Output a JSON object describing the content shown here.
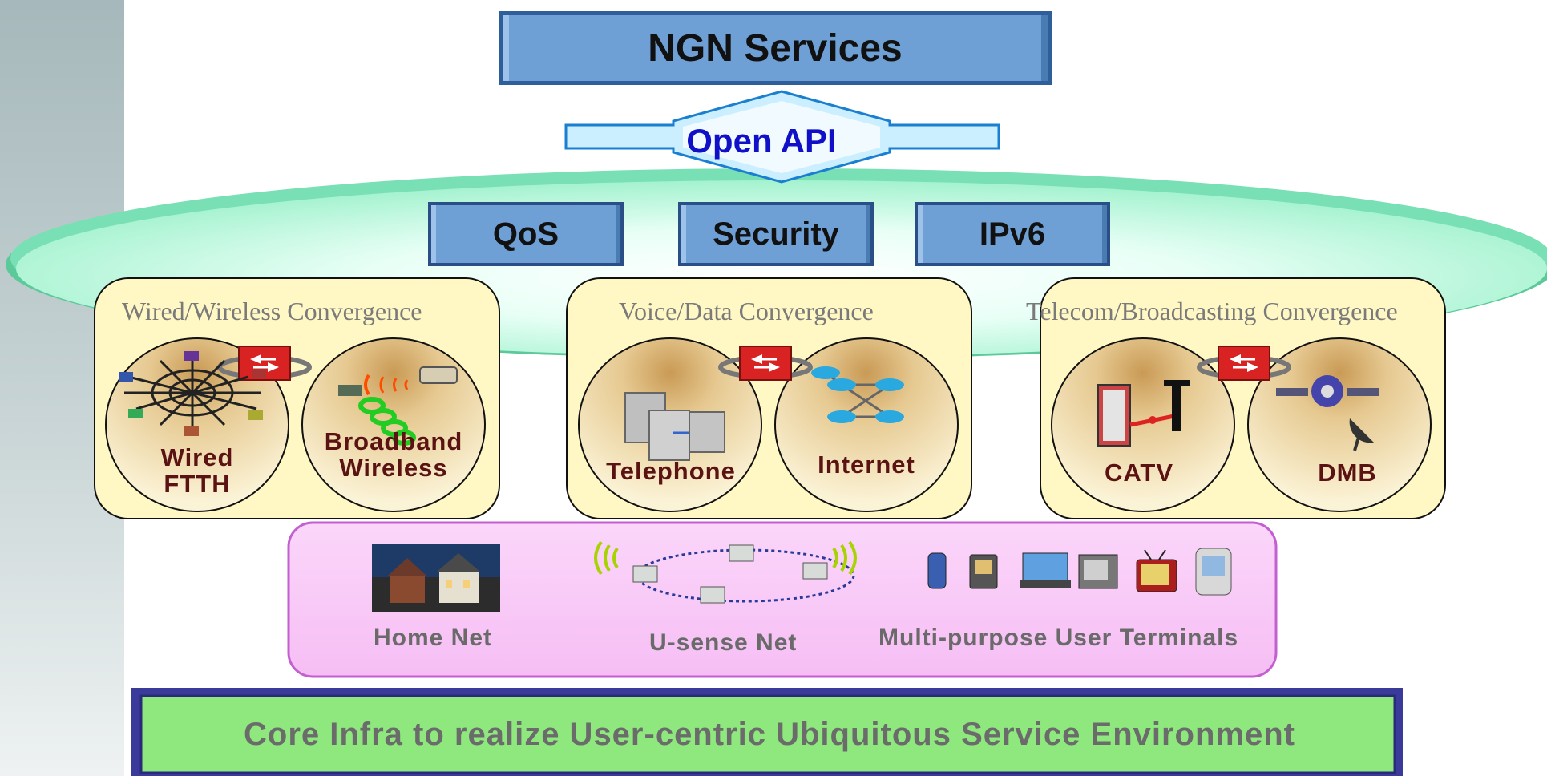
{
  "top": {
    "ngn_services": "NGN Services",
    "open_api": "Open API"
  },
  "capabilities": [
    "QoS",
    "Security",
    "IPv6"
  ],
  "convergence": [
    {
      "title": "Wired/Wireless Convergence",
      "left": [
        "Wired",
        "FTTH"
      ],
      "right": [
        "Broadband",
        "Wireless"
      ]
    },
    {
      "title": "Voice/Data Convergence",
      "left": [
        "Telephone"
      ],
      "right": [
        "Internet"
      ]
    },
    {
      "title": "Telecom/Broadcasting Convergence",
      "left": [
        "CATV"
      ],
      "right": [
        "DMB"
      ]
    }
  ],
  "access_networks": {
    "home_net": "Home Net",
    "u_sense_net": "U-sense Net",
    "user_terminals": "Multi-purpose User Terminals"
  },
  "bottom_banner": "Core Infra to realize User-centric Ubiquitous Service Environment",
  "colors": {
    "box_blue": "#6ea0d6",
    "panel_yellow": "#fff8c4",
    "ellipse_green": "#7de8b8",
    "access_pink": "#f9c8f7",
    "banner_green": "#8ee87e",
    "api_text": "#1010c8"
  },
  "icons": [
    "switch-icon",
    "mesh-network-icon",
    "wireless-antenna-icon",
    "server-icon",
    "router-network-icon",
    "building-icon",
    "satellite-dish-icon",
    "house-photo",
    "sensor-node-icon",
    "phone-icon",
    "laptop-icon",
    "tv-icon",
    "pda-icon"
  ]
}
